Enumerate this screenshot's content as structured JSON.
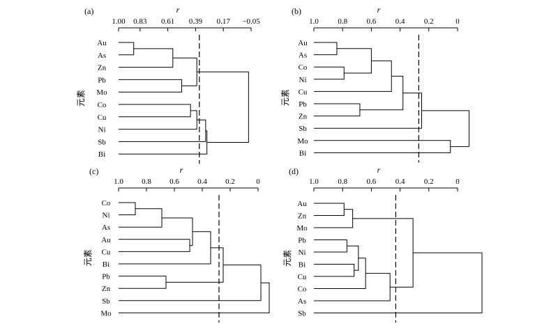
{
  "axis_title": "r",
  "side_label": "元素",
  "panels": [
    {
      "id": "a",
      "label": "(a)",
      "ticks": [
        "1.00",
        "0.83",
        "0.61",
        "0.39",
        "0.17",
        "−0.05"
      ],
      "tick_values": [
        1.0,
        0.83,
        0.61,
        0.39,
        0.17,
        -0.05
      ],
      "r_range": [
        1.0,
        -0.05
      ],
      "leaves": [
        "Au",
        "As",
        "Zn",
        "Pb",
        "Mo",
        "Co",
        "Cu",
        "Ni",
        "Sb",
        "Bi"
      ],
      "threshold": 0.36,
      "merges": [
        [
          0,
          1,
          0.88
        ],
        [
          10,
          2,
          0.57
        ],
        [
          3,
          4,
          0.5
        ],
        [
          11,
          12,
          0.38
        ],
        [
          5,
          6,
          0.43
        ],
        [
          14,
          7,
          0.38
        ],
        [
          15,
          8,
          0.31
        ],
        [
          16,
          9,
          0.3
        ],
        [
          13,
          17,
          -0.03
        ]
      ]
    },
    {
      "id": "b",
      "label": "(b)",
      "ticks": [
        "1.0",
        "0.8",
        "0.6",
        "0.4",
        "0.2",
        "0"
      ],
      "tick_values": [
        1.0,
        0.8,
        0.6,
        0.4,
        0.2,
        0.0
      ],
      "r_range": [
        1.0,
        0.0
      ],
      "leaves": [
        "Au",
        "As",
        "Co",
        "Ni",
        "Cu",
        "Pb",
        "Zn",
        "Sb",
        "Mo",
        "Bi"
      ],
      "threshold": 0.27,
      "merges": [
        [
          0,
          1,
          0.84
        ],
        [
          2,
          3,
          0.79
        ],
        [
          10,
          11,
          0.6
        ],
        [
          12,
          4,
          0.46
        ],
        [
          5,
          6,
          0.68
        ],
        [
          13,
          14,
          0.38
        ],
        [
          15,
          7,
          0.25
        ],
        [
          8,
          9,
          0.05
        ],
        [
          16,
          17,
          -0.08
        ]
      ]
    },
    {
      "id": "c",
      "label": "(c)",
      "ticks": [
        "1.0",
        "0.8",
        "0.6",
        "0.4",
        "0.2",
        "0"
      ],
      "tick_values": [
        1.0,
        0.8,
        0.6,
        0.4,
        0.2,
        0.0
      ],
      "r_range": [
        1.0,
        0.0
      ],
      "leaves": [
        "Co",
        "Ni",
        "As",
        "Au",
        "Cu",
        "Bi",
        "Pb",
        "Zn",
        "Sb",
        "Mo"
      ],
      "threshold": 0.28,
      "merges": [
        [
          0,
          1,
          0.88
        ],
        [
          10,
          2,
          0.69
        ],
        [
          3,
          4,
          0.49
        ],
        [
          11,
          12,
          0.47
        ],
        [
          13,
          5,
          0.34
        ],
        [
          6,
          7,
          0.66
        ],
        [
          14,
          15,
          0.25
        ],
        [
          16,
          8,
          -0.02
        ],
        [
          17,
          9,
          -0.08
        ]
      ]
    },
    {
      "id": "d",
      "label": "(d)",
      "ticks": [
        "1.0",
        "0.8",
        "0.6",
        "0.4",
        "0.2",
        "0"
      ],
      "tick_values": [
        1.0,
        0.8,
        0.6,
        0.4,
        0.2,
        0.0
      ],
      "r_range": [
        1.0,
        0.0
      ],
      "leaves": [
        "Au",
        "Zn",
        "Mo",
        "Pb",
        "Ni",
        "Bi",
        "Cu",
        "Co",
        "As",
        "Sb"
      ],
      "threshold": 0.43,
      "merges": [
        [
          0,
          1,
          0.79
        ],
        [
          10,
          2,
          0.73
        ],
        [
          3,
          4,
          0.77
        ],
        [
          5,
          6,
          0.72
        ],
        [
          13,
          12,
          0.69
        ],
        [
          14,
          7,
          0.64
        ],
        [
          15,
          8,
          0.47
        ],
        [
          11,
          16,
          0.31
        ],
        [
          17,
          9,
          -0.17
        ]
      ]
    }
  ]
}
